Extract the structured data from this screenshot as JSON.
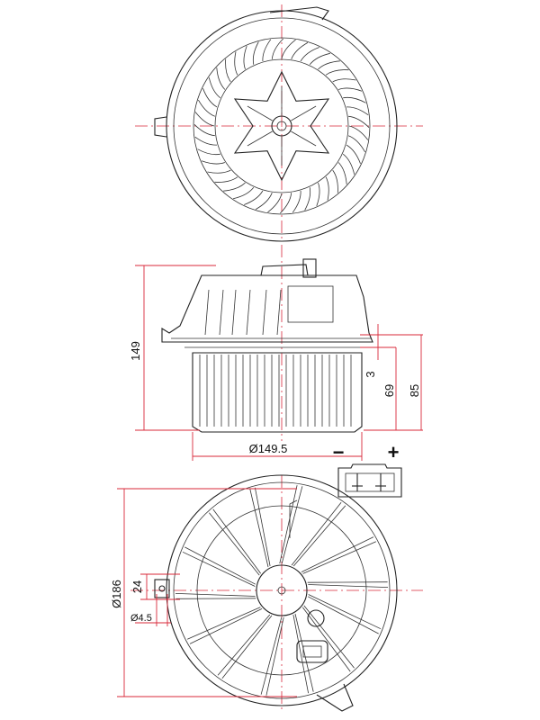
{
  "dimensions": {
    "height_total": "149",
    "gap_small": "3",
    "wheel_height": "69",
    "body_height": "85",
    "wheel_diameter": "Ø149.5",
    "housing_diameter": "Ø186",
    "tab_height": "24",
    "hole_diameter": "Ø4.5"
  },
  "connector": {
    "minus": "−",
    "plus": "+"
  },
  "colors": {
    "outline": "#222222",
    "dimension": "#d8283a"
  }
}
